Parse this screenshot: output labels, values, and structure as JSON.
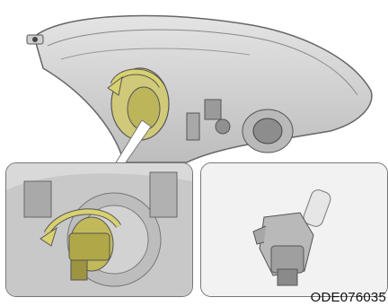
{
  "figure": {
    "code": "ODE076035",
    "illustrations": [
      {
        "name": "headlamp-assembly-rear-view"
      },
      {
        "name": "bulb-socket-rotation-closeup"
      },
      {
        "name": "removed-bulb-socket"
      }
    ],
    "colors": {
      "arrow": "#c9c25a",
      "socket": "#c2b95a",
      "housing": "#d6d6d6",
      "outline": "#666666"
    }
  }
}
